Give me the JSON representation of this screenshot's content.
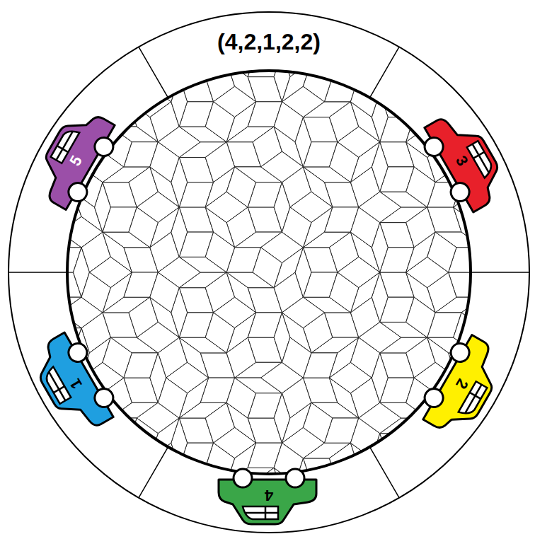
{
  "diagram": {
    "nodes": [
      {
        "text": [
          "5"
        ]
      },
      {
        "text": [
          "3"
        ]
      },
      {
        "text": [
          "1"
        ]
      },
      {
        "text": [
          "2"
        ]
      },
      {
        "text": [
          "4"
        ]
      }
    ],
    "labels": [
      "(4,2,1,2,2)"
    ]
  }
}
